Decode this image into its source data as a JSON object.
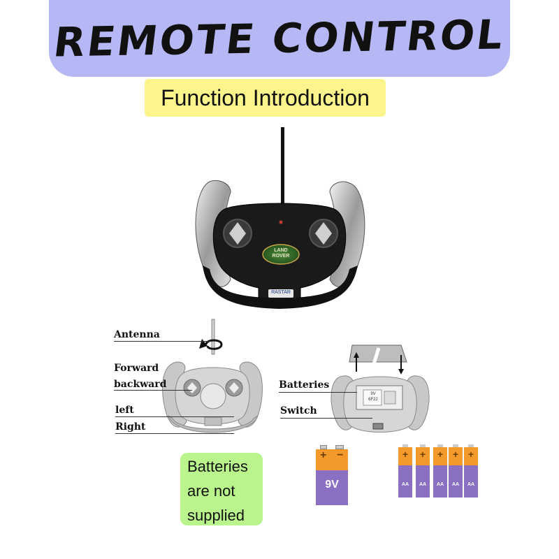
{
  "title": "REMOTE CONTROL",
  "subtitle": "Function Introduction",
  "logo_text": [
    "LAND",
    "ROVER"
  ],
  "brand_tag": "RASTAR",
  "diagram_left": {
    "labels": {
      "antenna": "Antenna",
      "forward": "Forward",
      "backward": "backward",
      "left": "left",
      "right": "Right"
    }
  },
  "diagram_right": {
    "labels": {
      "batteries": "Batteries",
      "switch": "Switch"
    },
    "compartment_text": [
      "9V",
      "6F22"
    ]
  },
  "note": {
    "lines": [
      "Batteries",
      "are not",
      "supplied"
    ]
  },
  "battery_9v": {
    "label": "9V",
    "plus": "+",
    "minus": "−"
  },
  "battery_aa": {
    "label": "AA",
    "plus": "+",
    "count": 5
  },
  "colors": {
    "title_bg": "#b6b8f5",
    "subtitle_bg": "#fbf58c",
    "note_bg": "#b9f58c",
    "battery_top": "#f39a2b",
    "battery_body": "#8a6fc3"
  }
}
